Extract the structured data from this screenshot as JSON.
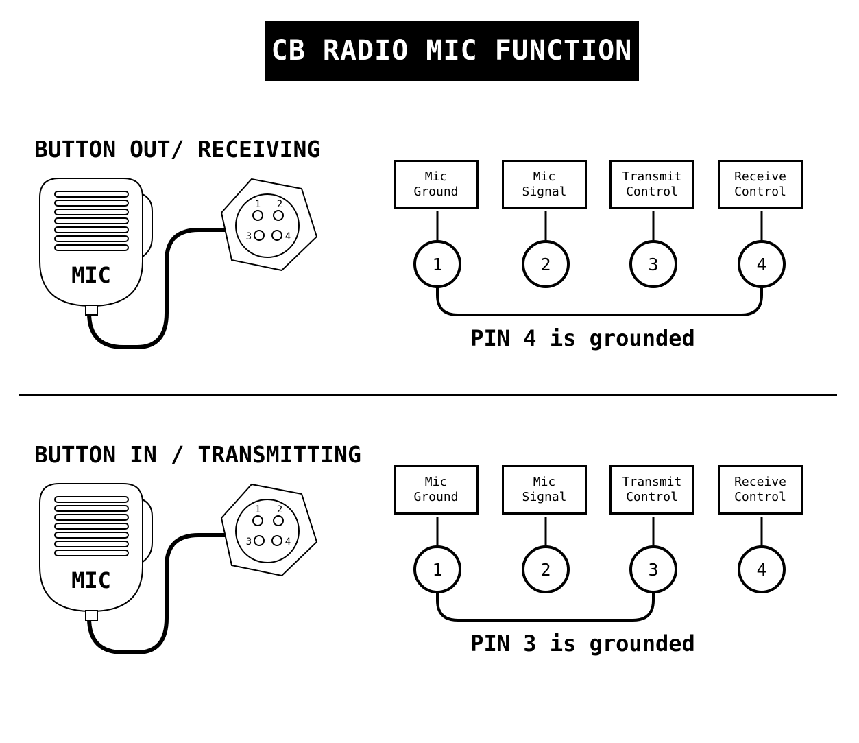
{
  "title": "CB RADIO MIC FUNCTION",
  "pin_labels": [
    {
      "line1": "Mic",
      "line2": "Ground"
    },
    {
      "line1": "Mic",
      "line2": "Signal"
    },
    {
      "line1": "Transmit",
      "line2": "Control"
    },
    {
      "line1": "Receive",
      "line2": "Control"
    }
  ],
  "pin_numbers": [
    "1",
    "2",
    "3",
    "4"
  ],
  "mic_label": "MIC",
  "connector_pins": [
    "1",
    "2",
    "3",
    "4"
  ],
  "sections": [
    {
      "heading": "BUTTON OUT/ RECEIVING",
      "grounded_pin": "4",
      "status": "PIN 4 is grounded"
    },
    {
      "heading": "BUTTON IN / TRANSMITTING",
      "grounded_pin": "3",
      "status": "PIN 3 is grounded"
    }
  ]
}
